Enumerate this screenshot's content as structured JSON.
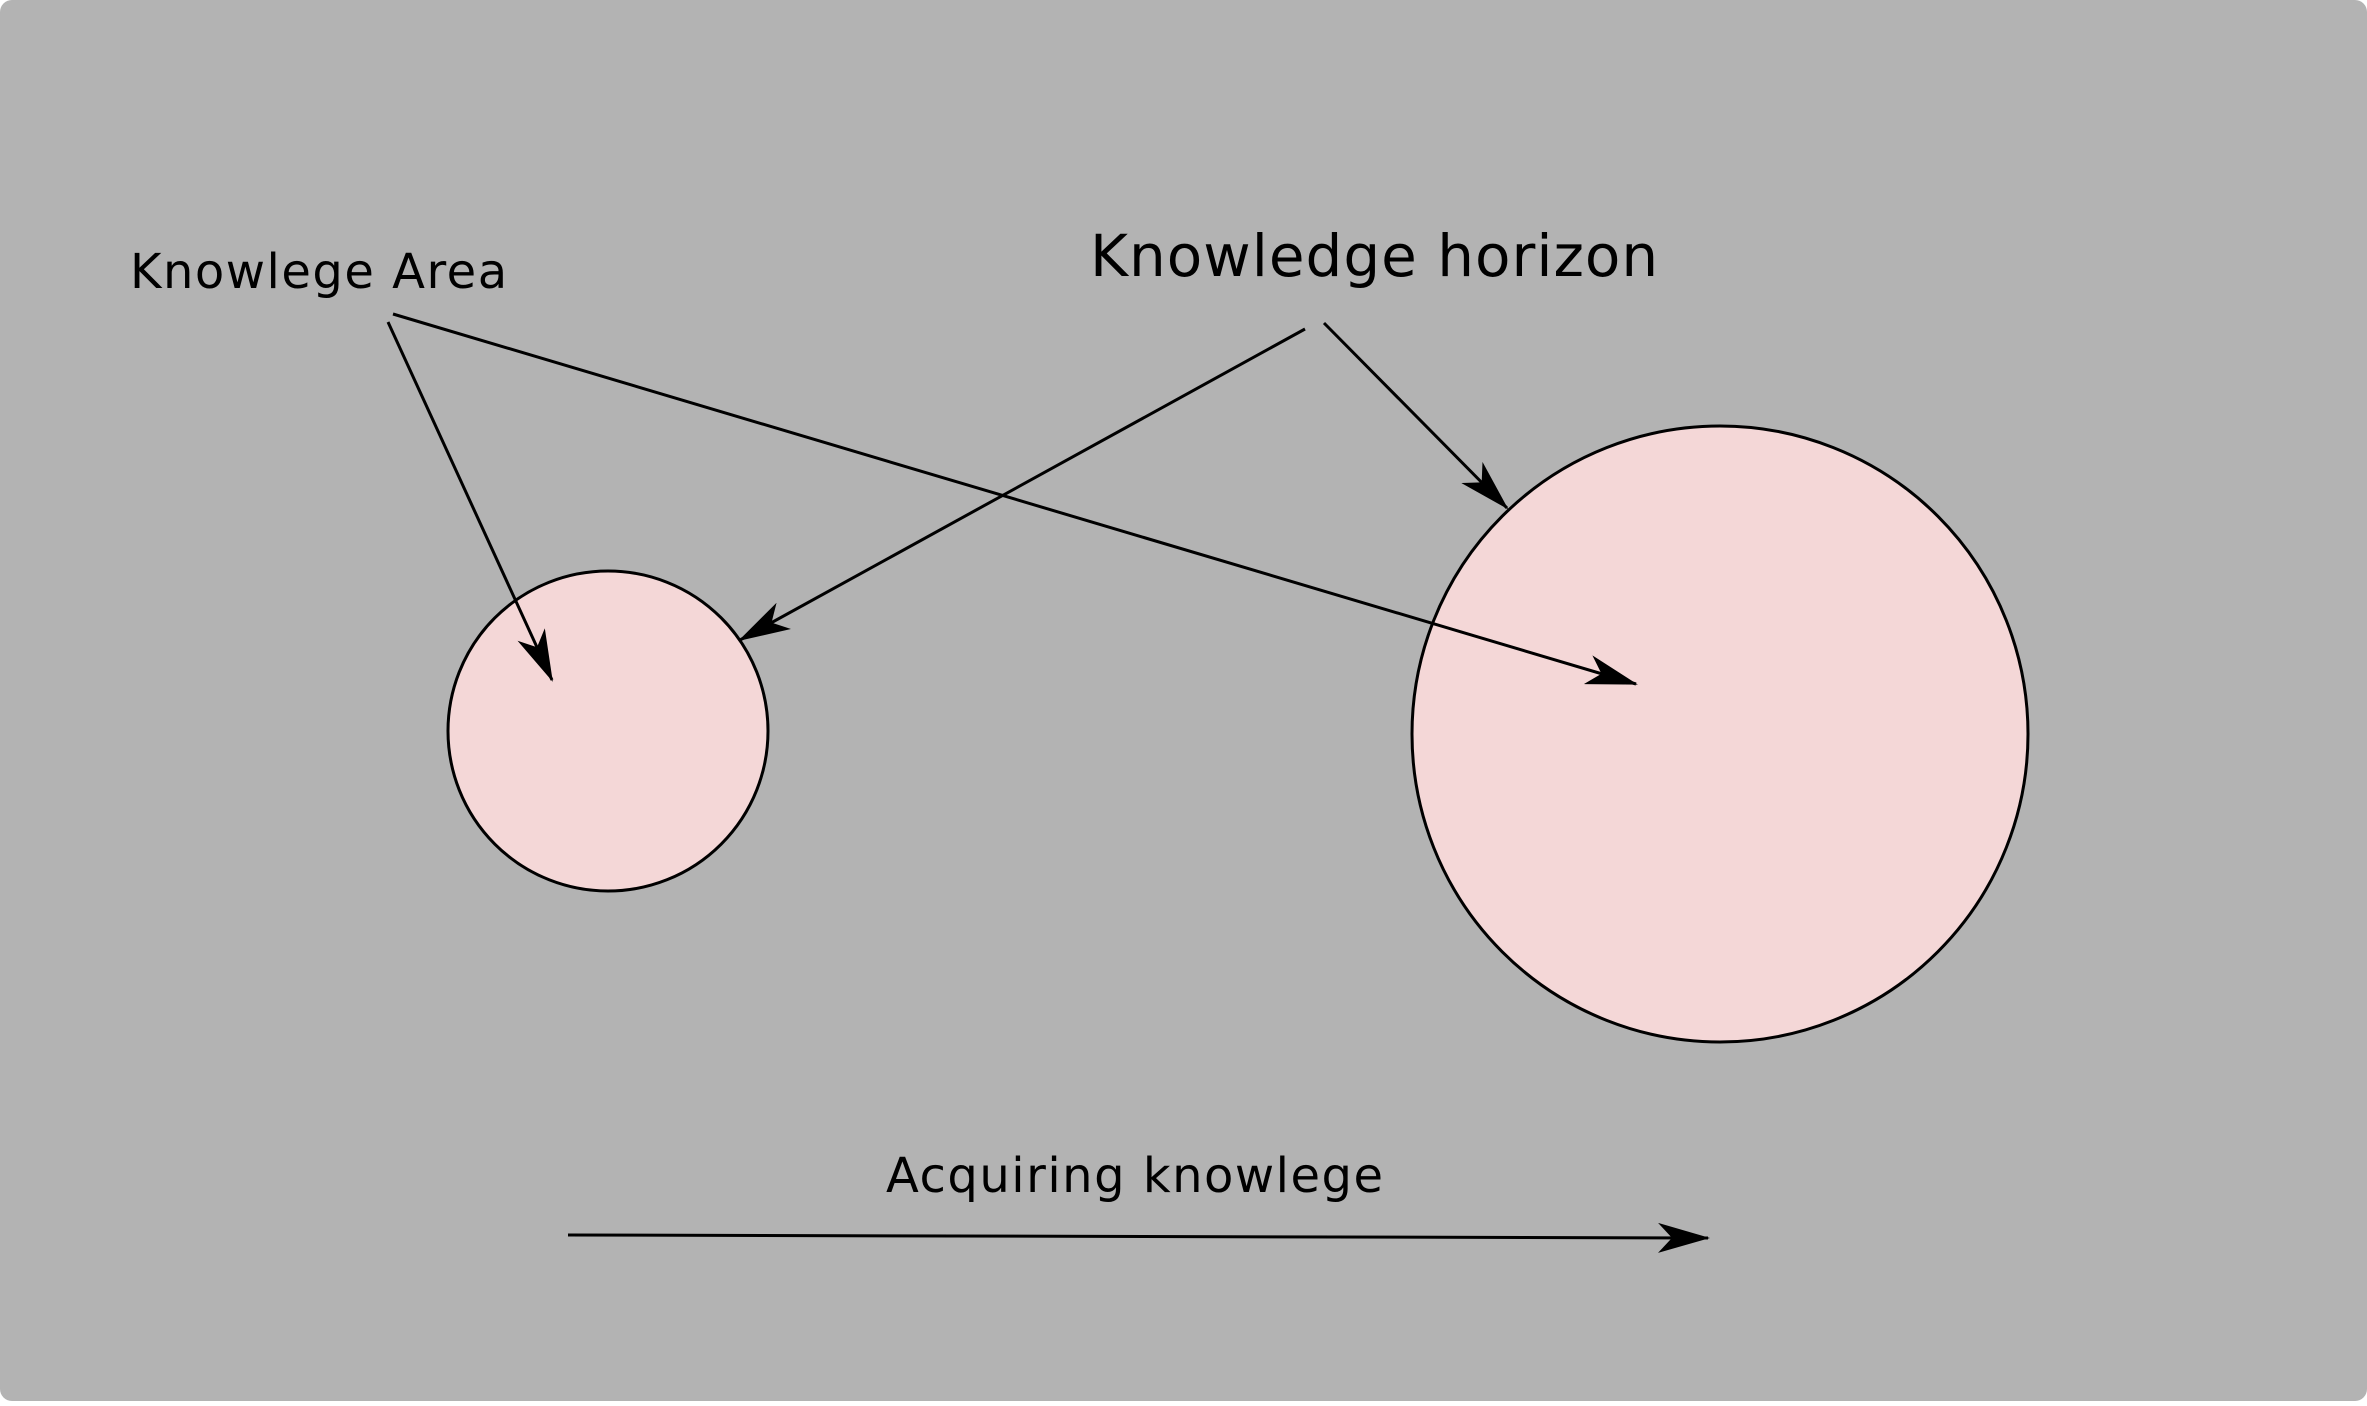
{
  "diagram": {
    "labels": {
      "knowledge_area": "Knowlege Area",
      "knowledge_horizon": "Knowledge horizon",
      "acquiring": "Acquiring knowlege"
    },
    "colors": {
      "background": "#b3b3b3",
      "circle_fill": "#f4d7d7",
      "stroke": "#000000"
    }
  }
}
